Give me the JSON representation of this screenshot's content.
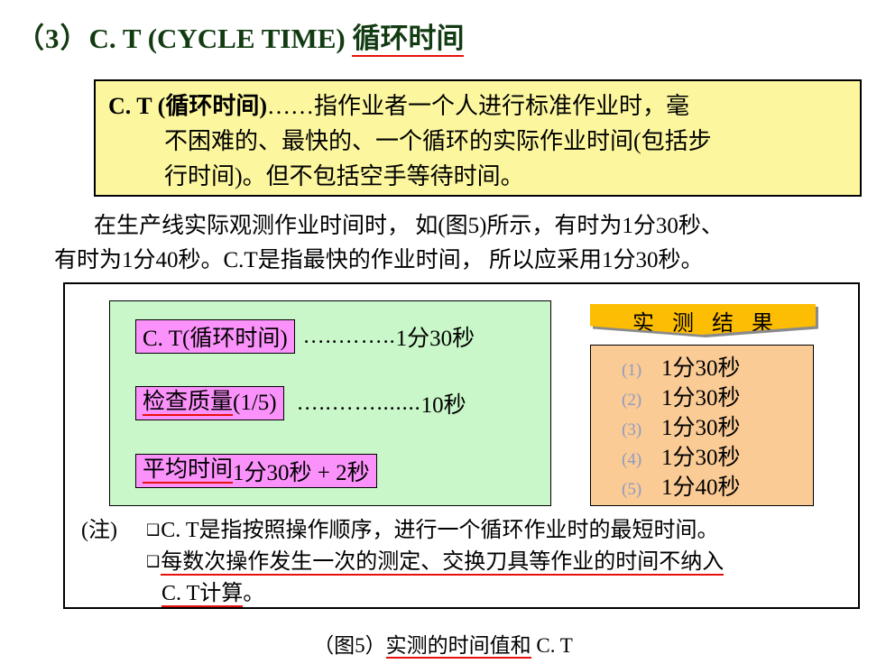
{
  "slide": {
    "title": {
      "number": "（3）",
      "english": "C. T (CYCLE TIME)",
      "chinese": "循环时间"
    },
    "title_color": "#123B12",
    "underline_color": "#E8100C"
  },
  "definition_box": {
    "background": "#FCF79E",
    "lead": "C. T (循环时间)",
    "line1": "……指作业者一个人进行标准作业时，毫",
    "line2": "不困难的、最快的、一个循环的实际作业时间(包括步",
    "line3": "行时间)。但不包括空手等待时间。"
  },
  "intro": {
    "paragraph1": "在生产线实际观测作业时间时， 如(图5)所示，有时为1分30秒、",
    "paragraph2": "有时为1分40秒。C.T是指最快的作业时间， 所以应采用1分30秒。"
  },
  "figure": {
    "green_panel": {
      "background": "#C9F7C9",
      "rows": [
        {
          "label": "C. T(循环时间)",
          "label_underlined": false,
          "leader": "…..……..",
          "value": "1分30秒"
        },
        {
          "label": "检查质量",
          "label_suffix": "(1/5)",
          "label_underlined": true,
          "leader": "…..…….......",
          "value": "10秒"
        },
        {
          "label": "平均时间",
          "label_suffix": "  1分30秒 + 2秒",
          "label_underlined": true,
          "leader": "",
          "value": ""
        }
      ],
      "pink_color": "#FB92FB"
    },
    "results": {
      "banner_label": "实 测 结 果",
      "banner_color": "#FDBD02",
      "table_color": "#FBCB96",
      "index_color": "#8E9AC0",
      "rows": [
        {
          "index": "(1)",
          "value": "1分30秒"
        },
        {
          "index": "(2)",
          "value": "1分30秒"
        },
        {
          "index": "(3)",
          "value": "1分30秒"
        },
        {
          "index": "(4)",
          "value": "1分30秒"
        },
        {
          "index": "(5)",
          "value": "1分40秒"
        }
      ]
    },
    "notes": {
      "tag": "(注)",
      "bullet_glyph": "❑",
      "line1": "C. T是指按照操作顺序，进行一个循环作业时的最短时间。",
      "line2": "每数次操作发生一次的测定、交换刀具等作业的时间不纳入",
      "line3_underlined": "C. T计算",
      "line3_tail": "。"
    }
  },
  "caption": {
    "prefix": "（图5）",
    "underlined": "实测的时间值和",
    "suffix": " C. T"
  }
}
